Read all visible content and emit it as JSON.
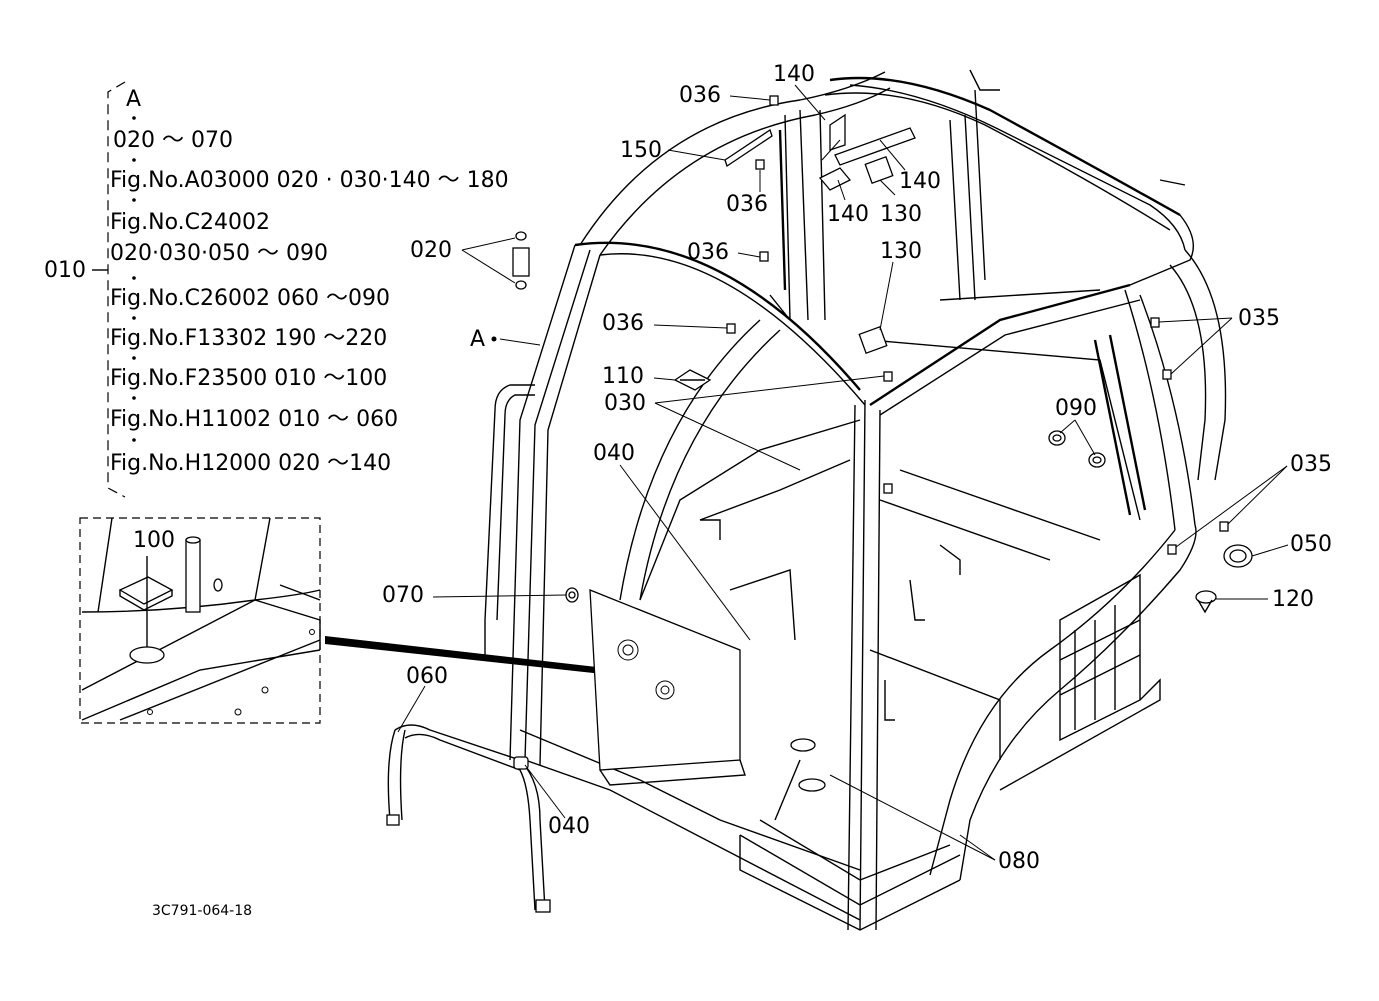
{
  "callouts": {
    "c010": "010",
    "c020": "020",
    "c030": "030",
    "c035_top": "035",
    "c035_right": "035",
    "c036_a": "036",
    "c036_b": "036",
    "c036_c": "036",
    "c036_d": "036",
    "c040_top": "040",
    "c040_bottom": "040",
    "c050": "050",
    "c060": "060",
    "c070": "070",
    "c080": "080",
    "c090": "090",
    "c100": "100",
    "c110": "110",
    "c120": "120",
    "c130_a": "130",
    "c130_b": "130",
    "c140_a": "140",
    "c140_b": "140",
    "c140_c": "140",
    "c150": "150",
    "cA": "A"
  },
  "reference_list": {
    "header": "A",
    "items": [
      "020 ～ 070",
      "Fig.No.A03000 020 · 030·140 ～ 180",
      "Fig.No.C24002",
      "020·030·050 ～ 090",
      "Fig.No.C26002 060 ～090",
      "Fig.No.F13302  190 ～220",
      "Fig.No.F23500  010 ～100",
      "Fig.No.H11002 010 ～ 060",
      "Fig.No.H12000 020 ～140"
    ]
  },
  "drawing_id": "3C791-064-18"
}
